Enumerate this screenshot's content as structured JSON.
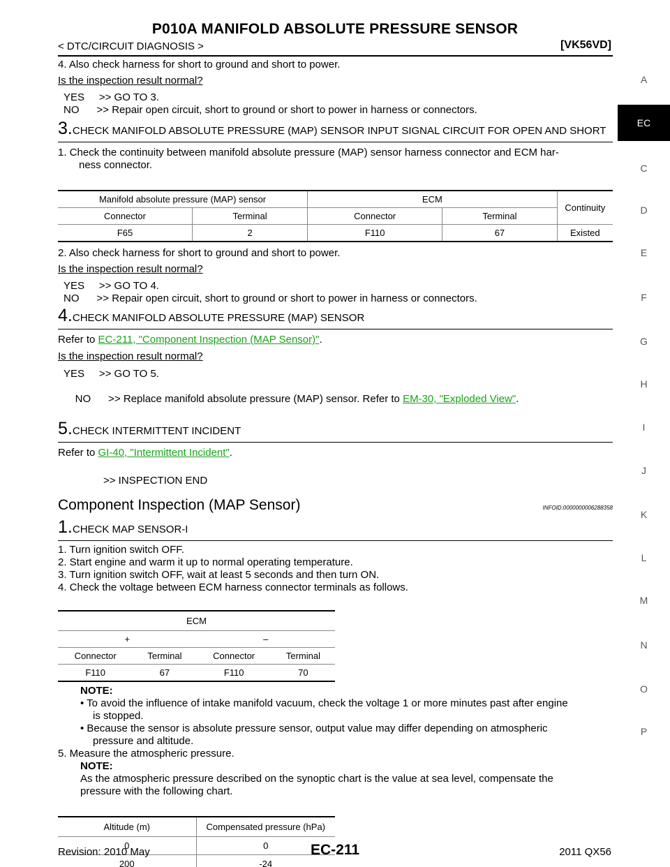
{
  "header": {
    "title": "P010A MANIFOLD ABSOLUTE PRESSURE SENSOR",
    "section": "< DTC/CIRCUIT DIAGNOSIS >",
    "model": "[VK56VD]"
  },
  "side_index": [
    "A",
    "EC",
    "C",
    "D",
    "E",
    "F",
    "G",
    "H",
    "I",
    "J",
    "K",
    "L",
    "M",
    "N",
    "O",
    "P"
  ],
  "body": {
    "l1": "4.  Also check harness for short to ground and short to power.",
    "q1": "Is the inspection result normal?",
    "yes1": "YES     >> GO TO 3.",
    "no1": "NO      >> Repair open circuit, short to ground or short to power in harness or connectors.",
    "s3_num": "3.",
    "s3_text": "CHECK MANIFOLD ABSOLUTE PRESSURE (MAP) SENSOR INPUT SIGNAL CIRCUIT FOR OPEN AND SHORT",
    "s3_l1a": "1.  Check the continuity between manifold absolute pressure (MAP) sensor harness connector and ECM har-",
    "s3_l1b": "ness connector.",
    "t1": {
      "h_map": "Manifold absolute pressure (MAP) sensor",
      "h_ecm": "ECM",
      "h_cont": "Continuity",
      "h_conn1": "Connector",
      "h_term1": "Terminal",
      "h_conn2": "Connector",
      "h_term2": "Terminal",
      "r_conn1": "F65",
      "r_term1": "2",
      "r_conn2": "F110",
      "r_term2": "67",
      "r_cont": "Existed"
    },
    "s3_l2": "2.  Also check harness for short to ground and short to power.",
    "q2": "Is the inspection result normal?",
    "yes2": "YES     >> GO TO 4.",
    "no2": "NO      >> Repair open circuit, short to ground or short to power in harness or connectors.",
    "s4_num": "4.",
    "s4_text": "CHECK MANIFOLD ABSOLUTE PRESSURE (MAP) SENSOR",
    "s4_refer": "Refer to ",
    "s4_link": "EC-211, \"Component Inspection (MAP Sensor)\"",
    "s4_dot": ".",
    "q3": "Is the inspection result normal?",
    "yes3": "YES     >> GO TO 5.",
    "no3": "NO      >> Replace manifold absolute pressure (MAP) sensor. Refer to ",
    "no3_link": "EM-30, \"Exploded View\"",
    "no3_dot": ".",
    "s5_num": "5.",
    "s5_text": "CHECK INTERMITTENT INCIDENT",
    "s5_refer": "Refer to ",
    "s5_link": "GI-40, \"Intermittent Incident\"",
    "s5_dot": ".",
    "end": ">> INSPECTION END",
    "section_title": "Component Inspection (MAP Sensor)",
    "infoid": "INFOID:0000000006288358",
    "c1_num": "1.",
    "c1_text": "CHECK MAP SENSOR-I",
    "c_l1": "1.  Turn ignition switch OFF.",
    "c_l2": "2.  Start engine and warm it up to normal operating temperature.",
    "c_l3": "3.  Turn ignition switch OFF, wait at least 5 seconds and then turn ON.",
    "c_l4": "4.  Check the voltage between ECM harness connector terminals as follows.",
    "t2": {
      "h_ecm": "ECM",
      "h_plus": "+",
      "h_minus": "–",
      "h_conn1": "Connector",
      "h_term1": "Terminal",
      "h_conn2": "Connector",
      "h_term2": "Terminal",
      "r_conn1": "F110",
      "r_term1": "67",
      "r_conn2": "F110",
      "r_term2": "70"
    },
    "note1_label": "NOTE:",
    "note1_b1a": "•  To avoid the influence of intake manifold vacuum, check the voltage 1 or more minutes past after engine",
    "note1_b1b": "is stopped.",
    "note1_b2a": "•  Because the sensor is absolute pressure sensor, output value may differ depending on atmospheric",
    "note1_b2b": "pressure and altitude.",
    "c_l5": "5.  Measure the atmospheric pressure.",
    "note2_label": "NOTE:",
    "note2_a": "As the atmospheric pressure described on the synoptic chart is the value at sea level, compensate the",
    "note2_b": "pressure with the following chart.",
    "t3": {
      "h_alt": "Altitude (m)",
      "h_comp": "Compensated pressure (hPa)",
      "r1_alt": "0",
      "r1_comp": "0",
      "r2_alt": "200",
      "r2_comp": "-24"
    }
  },
  "footer": {
    "revision": "Revision: 2010 May",
    "page": "EC-211",
    "model_year": "2011 QX56"
  }
}
